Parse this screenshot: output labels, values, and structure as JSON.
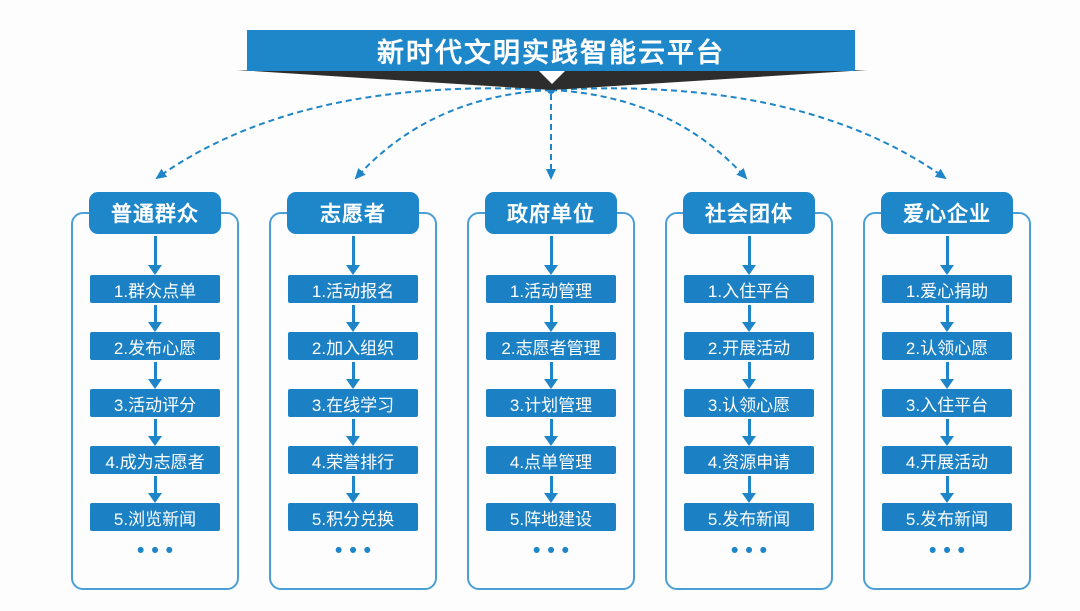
{
  "banner": {
    "title": "新时代文明实践智能云平台"
  },
  "columns": [
    {
      "header": "普通群众",
      "items": [
        "1.群众点单",
        "2.发布心愿",
        "3.活动评分",
        "4.成为志愿者",
        "5.浏览新闻"
      ],
      "more": "•••"
    },
    {
      "header": "志愿者",
      "items": [
        "1.活动报名",
        "2.加入组织",
        "3.在线学习",
        "4.荣誉排行",
        "5.积分兑换"
      ],
      "more": "•••"
    },
    {
      "header": "政府单位",
      "items": [
        "1.活动管理",
        "2.志愿者管理",
        "3.计划管理",
        "4.点单管理",
        "5.阵地建设"
      ],
      "more": "•••"
    },
    {
      "header": "社会团体",
      "items": [
        "1.入住平台",
        "2.开展活动",
        "3.认领心愿",
        "4.资源申请",
        "5.发布新闻"
      ],
      "more": "•••"
    },
    {
      "header": "爱心企业",
      "items": [
        "1.爱心捐助",
        "2.认领心愿",
        "3.入住平台",
        "4.开展活动",
        "5.发布新闻"
      ],
      "more": "•••"
    }
  ],
  "colors": {
    "primary_blue": "#1d87c9",
    "step_blue": "#1b81c4",
    "outline_blue": "#4a9fd6",
    "connector_blue": "#1e86c8",
    "dark_band": "#2d2d2d",
    "text_white": "#ffffff",
    "background": "#fdfdfd"
  }
}
